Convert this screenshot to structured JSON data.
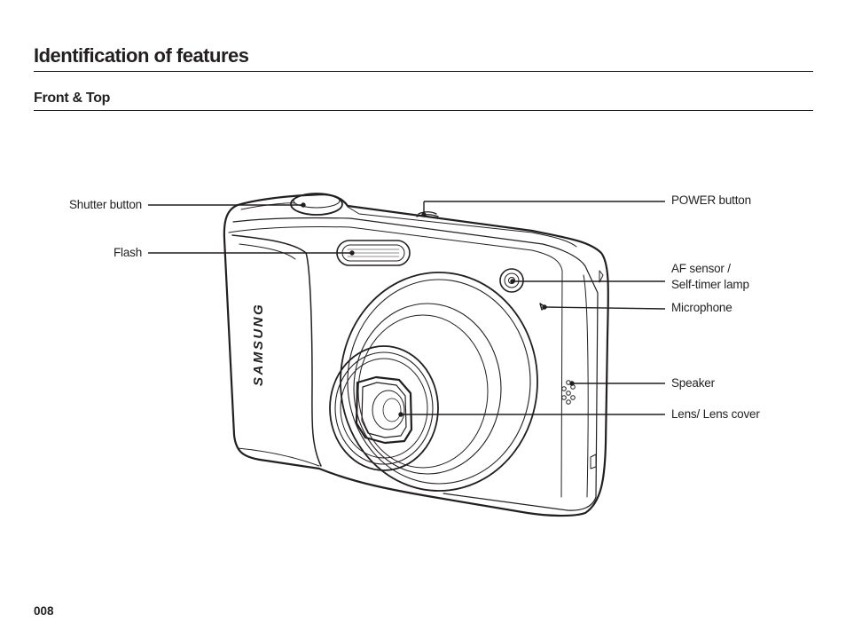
{
  "page": {
    "title": "Identification of features",
    "section": "Front & Top",
    "page_number": "008"
  },
  "camera": {
    "brand_logo_text": "SAMSUNG"
  },
  "callouts": {
    "shutter_button": "Shutter button",
    "flash": "Flash",
    "power_button": "POWER button",
    "af_sensor_line1": "AF sensor /",
    "af_sensor_line2": "Self-timer lamp",
    "microphone": "Microphone",
    "speaker": "Speaker",
    "lens": "Lens/ Lens cover"
  }
}
